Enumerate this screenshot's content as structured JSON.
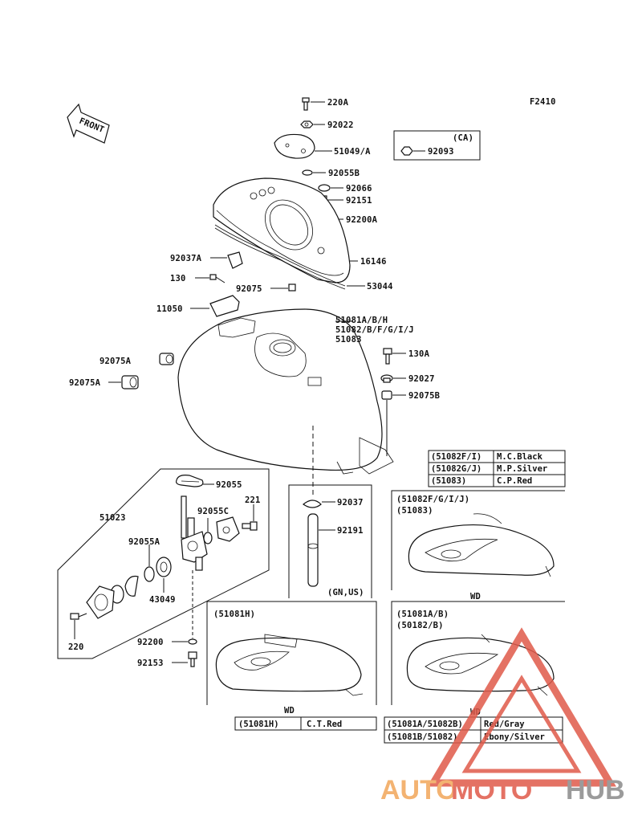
{
  "figure_code": "F2410",
  "front_label": "FRONT",
  "parts": {
    "p220A": "220A",
    "p92022": "92022",
    "p51049A": "51049/A",
    "p92055B": "92055B",
    "p92066": "92066",
    "p92151": "92151",
    "p92200A": "92200A",
    "p16146": "16146",
    "p53044": "53044",
    "p92037A": "92037A",
    "p130": "130",
    "p92075": "92075",
    "p11050": "11050",
    "p51081line1": "51081A/B/H",
    "p51081line2": "51082/B/F/G/I/J",
    "p51081line3": "51083",
    "p130A": "130A",
    "p92075A_1": "92075A",
    "p92075A_2": "92075A",
    "p92027": "92027",
    "p92075B": "92075B",
    "p92055": "92055",
    "p51023": "51023",
    "p92055C": "92055C",
    "p221": "221",
    "p92055A": "92055A",
    "p43049": "43049",
    "p92037": "92037",
    "p92191": "92191",
    "p220": "220",
    "p92200": "92200",
    "p92153": "92153"
  },
  "ca_box": {
    "title": "(CA)",
    "part": "92093"
  },
  "gn_us": "(GN,US)",
  "color_table_top": [
    {
      "code": "(51082F/I)",
      "color": "M.C.Black"
    },
    {
      "code": "(51082G/J)",
      "color": "M.P.Silver"
    },
    {
      "code": "(51083)",
      "color": "C.P.Red"
    }
  ],
  "variant_right_top": {
    "line1": "(51082F/G/I/J)",
    "line2": "(51083)",
    "wd": "WD"
  },
  "variant_mid": {
    "line1": "(51081H)",
    "wd": "WD"
  },
  "variant_right_bottom": {
    "line1": "(51081A/B)",
    "line2": "(50182/B)",
    "wd": "WD"
  },
  "color_table_mid": [
    {
      "code": "(51081H)",
      "color": "C.T.Red"
    }
  ],
  "color_table_bottom": [
    {
      "code": "(51081A/51082B)",
      "color": "Red/Gray"
    },
    {
      "code": "(51081B/51082)",
      "color": "Ebony/Silver"
    }
  ],
  "watermark": {
    "part1": "AUTO",
    "part2": "MOTO",
    "part3": "HUB",
    "color_red": "#e05a4a",
    "color_orange": "#f2a65a",
    "color_gray": "#8a8a8a"
  }
}
